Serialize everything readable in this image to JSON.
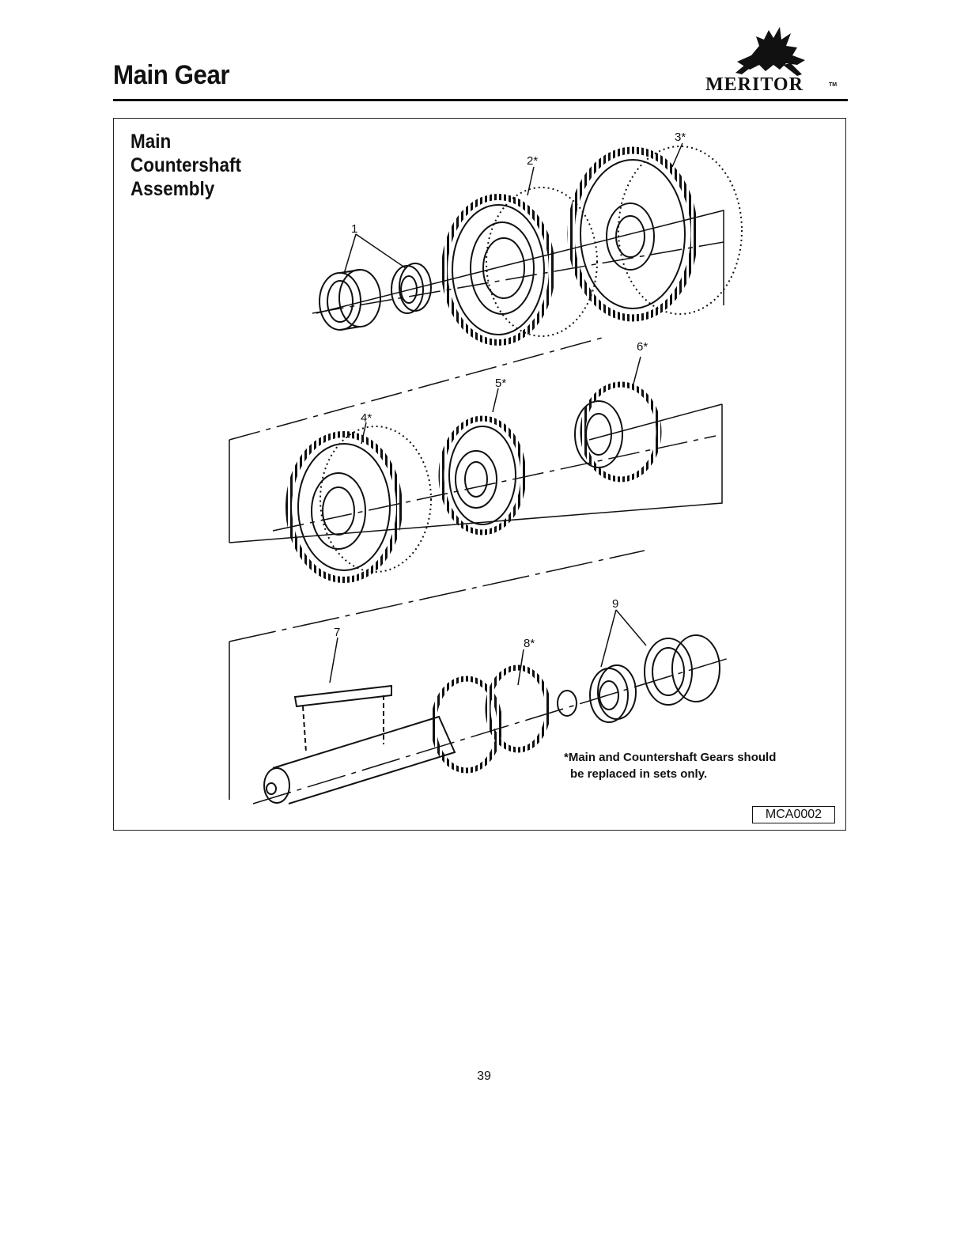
{
  "header": {
    "title": "Main Gear",
    "brand": "MERITOR",
    "trademark": "TM",
    "logo_icon": "bull-logo-icon"
  },
  "figure": {
    "title_lines": [
      "Main",
      "Countershaft",
      "Assembly"
    ],
    "callouts": [
      "1",
      "2*",
      "3*",
      "4*",
      "5*",
      "6*",
      "7",
      "8*",
      "9"
    ],
    "note_lines": [
      "*Main and Countershaft Gears should",
      "be replaced in sets only."
    ],
    "figure_id": "MCA0002"
  },
  "footer": {
    "page_number": "39"
  }
}
